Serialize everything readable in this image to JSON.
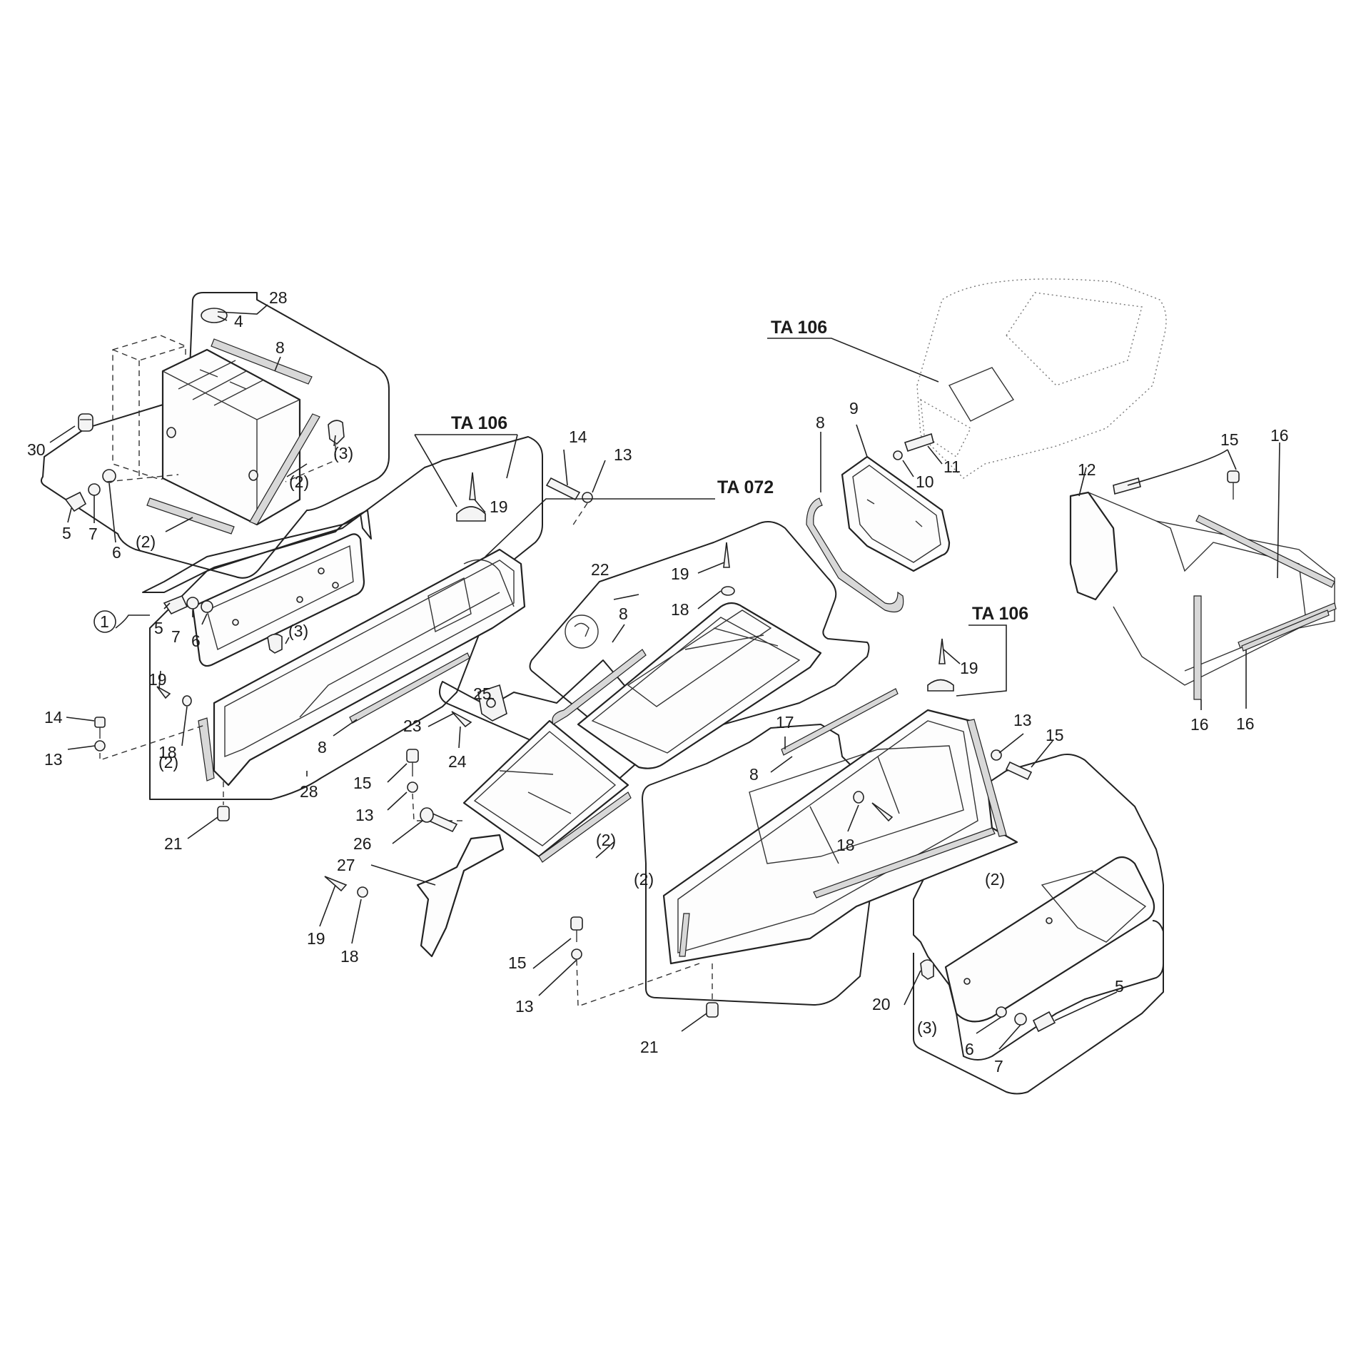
{
  "refs": {
    "ta106_top": "TA 106",
    "ta106_left": "TA 106",
    "ta072": "TA 072",
    "ta106_right": "TA 106"
  },
  "callouts": {
    "c28_top": "28",
    "c4": "4",
    "c8_top": "8",
    "c30": "30",
    "c2_a": "(2)",
    "c3_a": "(3)",
    "c2_b": "(2)",
    "c5_a": "5",
    "c7_a": "7",
    "c6_a": "6",
    "c1": "1",
    "c5_b": "5",
    "c7_b": "7",
    "c6_b": "6",
    "c3_b": "(3)",
    "c14_a": "14",
    "c13_a": "13",
    "c19_a": "19",
    "c18_a": "18",
    "c2_c": "(2)",
    "c8_a": "8",
    "c28_b": "28",
    "c21_a": "21",
    "c14_b": "14",
    "c13_b": "13",
    "c19_b": "19",
    "c22": "22",
    "c19_c": "19",
    "c18_b": "18",
    "c8_b": "8",
    "c25": "25",
    "c23": "23",
    "c24": "24",
    "c15_a": "15",
    "c13_c": "13",
    "c26": "26",
    "c27": "27",
    "c2_d": "(2)",
    "c19_d": "19",
    "c18_c": "18",
    "c8_c": "8",
    "c9": "9",
    "c10": "10",
    "c11": "11",
    "c12": "12",
    "c15_b": "15",
    "c16_a": "16",
    "c16_b": "16",
    "c16_c": "16",
    "c19_e": "19",
    "c17": "17",
    "c8_d": "8",
    "c18_d": "18",
    "c13_d": "13",
    "c15_c": "15",
    "c2_e": "(2)",
    "c2_f": "(2)",
    "c15_d": "15",
    "c13_e": "13",
    "c21_b": "21",
    "c20": "20",
    "c3_c": "(3)",
    "c5_c": "5",
    "c6_c": "6",
    "c7_c": "7"
  }
}
